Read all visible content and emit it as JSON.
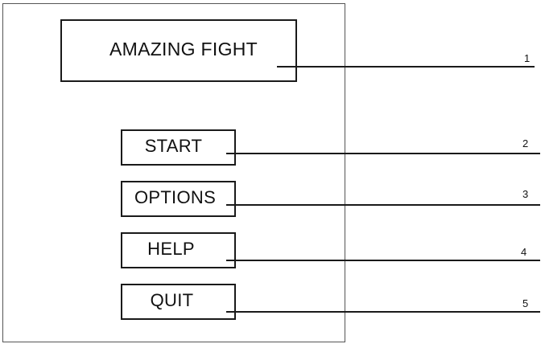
{
  "title": "AMAZING FIGHT",
  "menu": {
    "start": "START",
    "options": "OPTIONS",
    "help": "HELP",
    "quit": "QUIT"
  },
  "callouts": [
    "1",
    "2",
    "3",
    "4",
    "5"
  ],
  "colors": {
    "line": "#1a1a1a",
    "frame": "#555555",
    "background": "#ffffff"
  }
}
